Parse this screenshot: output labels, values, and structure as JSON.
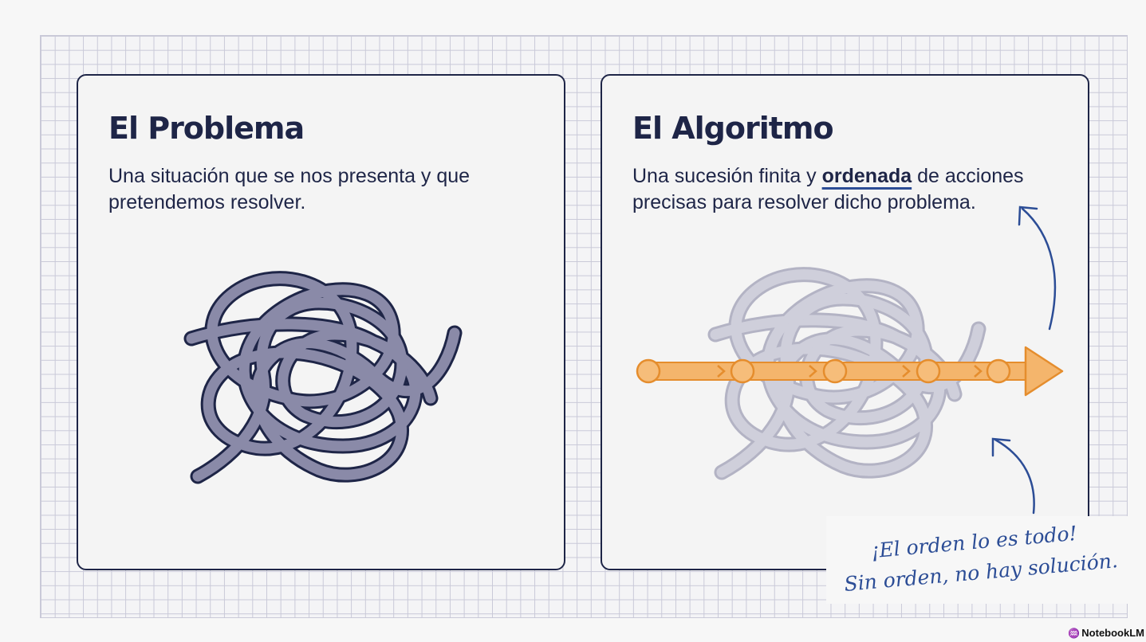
{
  "problem": {
    "title": "El Problema",
    "description": "Una situación que se nos presenta y que pretendemos resolver."
  },
  "algorithm": {
    "title": "El Algoritmo",
    "description_before": "Una sucesión finita y ",
    "description_highlight": "ordenada",
    "description_after": " de acciones precisas para resolver dicho problema."
  },
  "annotation": {
    "line1": "¡El orden lo es todo!",
    "line2": "Sin orden, no hay solución."
  },
  "brand": "NotebookLM",
  "icons": {
    "tangle": "tangled-rope-icon",
    "arrow": "ordered-steps-arrow-icon",
    "brand": "notebooklm-logo-icon"
  },
  "colors": {
    "ink": "#1e2547",
    "rope": "#8a8aa8",
    "rope_faded": "#c6c6d4",
    "step_orange": "#f0a95a",
    "annotation_blue": "#2c4d96"
  }
}
